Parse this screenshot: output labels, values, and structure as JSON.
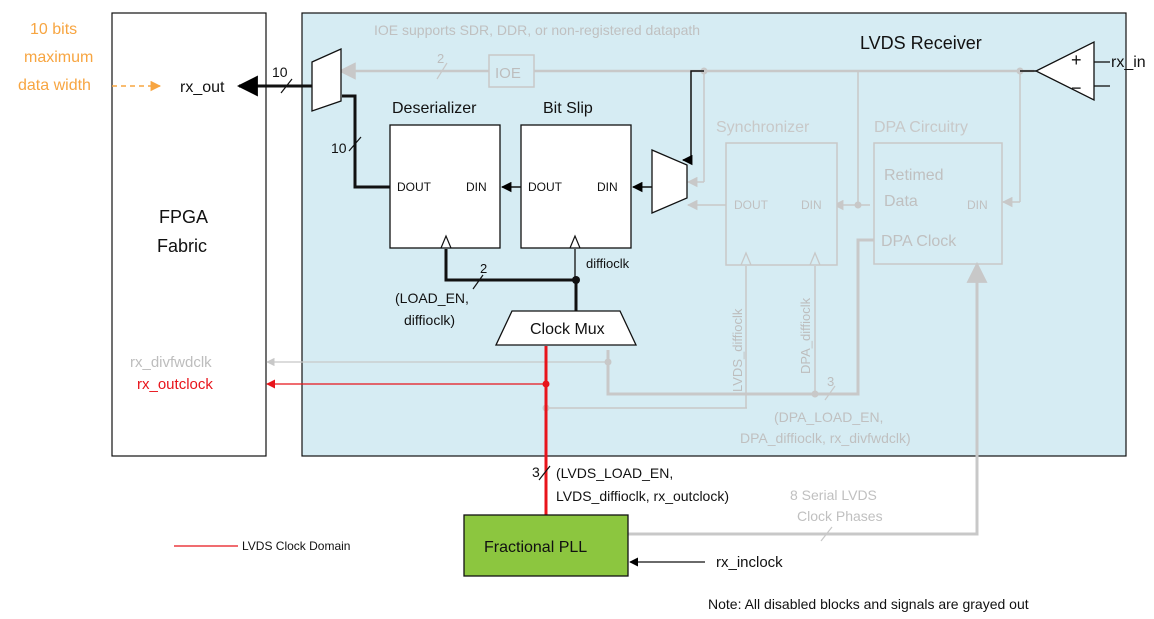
{
  "labels": {
    "fpga_fabric_line1": "FPGA",
    "fpga_fabric_line2": "Fabric",
    "lvds_receiver": "LVDS Receiver",
    "ioe_note": "IOE supports SDR, DDR, or non-registered datapath",
    "ioe": "IOE",
    "deserializer": "Deserializer",
    "bit_slip": "Bit Slip",
    "synchronizer": "Synchronizer",
    "dpa_circuitry": "DPA Circuitry",
    "retimed": "Retimed",
    "data": "Data",
    "dpa_clock": "DPA Clock",
    "dout": "DOUT",
    "din": "DIN",
    "clock_mux": "Clock Mux",
    "fractional_pll": "Fractional PLL",
    "rx_out": "rx_out",
    "rx_in": "rx_in",
    "rx_inclock": "rx_inclock",
    "rx_divfwdclk": "rx_divfwdclk",
    "rx_outclock": "rx_outclock",
    "width_line1": "10 bits",
    "width_line2": "maximum",
    "width_line3": "data width",
    "bus10_a": "10",
    "bus10_b": "10",
    "bus2_ioe": "2",
    "bus2_des": "2",
    "bus3_dpa": "3",
    "bus3_pll": "3",
    "diffioclk": "diffioclk",
    "load_en_line1": "(LOAD_EN,",
    "load_en_line2": "diffioclk)",
    "lvds_diffioclk": "LVDS_diffioclk",
    "dpa_diffioclk": "DPA_diffioclk",
    "dpa_bus_line1": "(DPA_LOAD_EN,",
    "dpa_bus_line2": "DPA_diffioclk, rx_divfwdclk)",
    "pll_bus_line1": "(LVDS_LOAD_EN,",
    "pll_bus_line2": "LVDS_diffioclk, rx_outclock)",
    "serial_phases_line1": "8 Serial LVDS",
    "serial_phases_line2": "Clock Phases",
    "plus": "+",
    "minus": "−",
    "legend": "LVDS Clock Domain",
    "note": "Note: All disabled blocks and signals are grayed out"
  },
  "colors": {
    "receiver_fill": "#d6ecf3",
    "pll_fill": "#8cc63f",
    "orange": "#f7a541",
    "red": "#e8141b",
    "gray": "#c8c8c8",
    "gray_text": "#b8b8b8",
    "black": "#000000"
  }
}
